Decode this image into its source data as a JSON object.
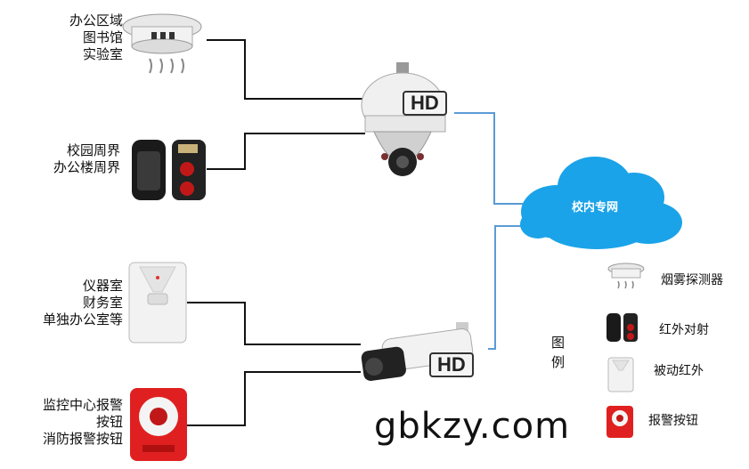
{
  "zones": {
    "smoke": [
      "办公区域",
      "图书馆",
      "实验室"
    ],
    "beam": [
      "校园周界",
      "办公楼周界"
    ],
    "pir": [
      "仪器室",
      "财务室",
      "单独办公室等"
    ],
    "button": [
      "监控中心报警",
      "按钮",
      "消防报警按钮"
    ]
  },
  "cameras": {
    "dome_badge": "HD",
    "bullet_badge": "HD"
  },
  "network": {
    "label": "校内专网"
  },
  "legend": {
    "title": [
      "图",
      "例"
    ],
    "items": [
      "烟雾探测器",
      "红外对射",
      "被动红外",
      "报警按钮"
    ]
  },
  "watermark": "gbkzy.com",
  "colors": {
    "cloud": "#1aa3e8",
    "network_line": "#5b9bd5",
    "wire": "#111111",
    "alarm_red": "#e02020"
  }
}
